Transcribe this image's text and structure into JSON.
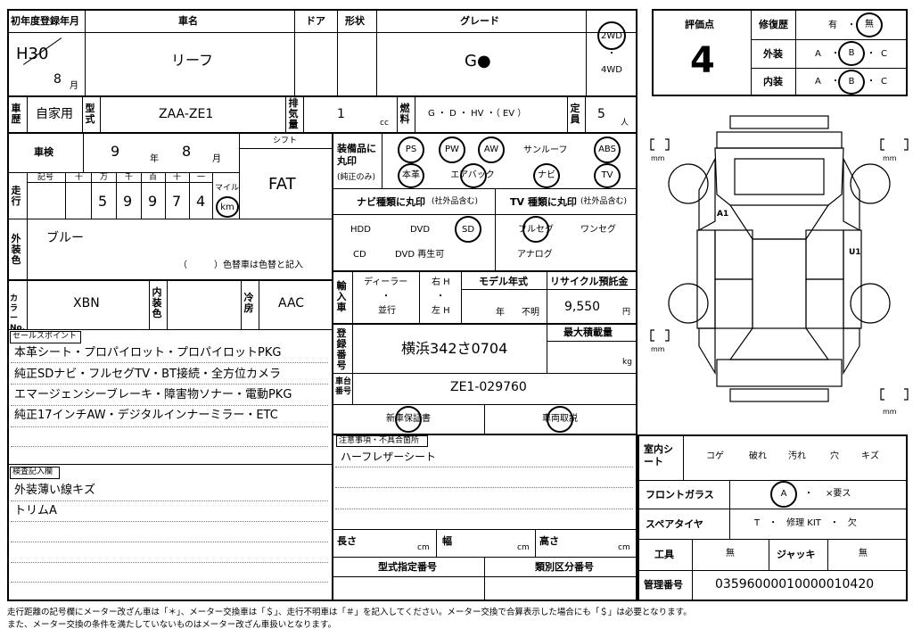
{
  "header": {
    "reg_year_label": "初年度登録年月",
    "model_name_label": "車名",
    "door_label": "ドア",
    "shape_label": "形状",
    "grade_label": "グレード",
    "reg_era_year": "H30",
    "reg_month": "8",
    "month_unit": "月",
    "model_name": "リーフ",
    "grade": "G●",
    "drive_2wd": "2WD",
    "drive_dot": "・",
    "drive_4wd": "4WD"
  },
  "evaluation": {
    "score_label": "評価点",
    "score": "4",
    "repair_label": "修復歴",
    "repair_yes": "有",
    "repair_dot": "・",
    "repair_no": "無",
    "exterior_label": "外装",
    "interior_label": "内装",
    "grade_a": "A",
    "grade_b": "B",
    "grade_c": "C",
    "dot": "・"
  },
  "registration": {
    "use_label": "車歴",
    "use_value": "自家用",
    "type_label": "型式",
    "type_value": "ZAA-ZE1",
    "displacement_label": "排気量",
    "displacement_value": "1",
    "cc": "cc",
    "fuel_label": "燃料",
    "fuel_options": "G ・ D ・ HV ・（ EV ）",
    "capacity_label": "定員",
    "capacity_value": "5",
    "capacity_unit": "人"
  },
  "inspection": {
    "label": "車検",
    "year": "9",
    "year_unit": "年",
    "month": "8",
    "month_unit": "月",
    "shift_label": "シフト",
    "shift_value": "FAT"
  },
  "mileage": {
    "label": "走行",
    "symbol_label": "記号",
    "col_10k_10": "十",
    "col_10k": "万",
    "col_1k": "千",
    "col_100": "百",
    "col_10": "十",
    "col_1": "一",
    "d1": "5",
    "d2": "9",
    "d3": "9",
    "d4": "7",
    "d5": "4",
    "mile_label": "マイル",
    "km_label": "km"
  },
  "color": {
    "label": "外装色",
    "value": "ブルー",
    "note": "（　　　）色替車は色替と記入",
    "code_label": "カラーNo.",
    "code_value": "XBN",
    "interior_label": "内装色",
    "ac_label": "冷房",
    "ac_value": "AAC"
  },
  "equipment": {
    "label": "装備品に丸印",
    "sublabel": "(純正のみ)",
    "ps": "PS",
    "pw": "PW",
    "aw": "AW",
    "sunroof": "サンルーフ",
    "abs": "ABS",
    "leather": "本革",
    "airbag": "エアバック",
    "navi": "ナビ",
    "tv": "TV",
    "navi_type_label": "ナビ種類に丸印",
    "navi_type_sub": "(社外品含む)",
    "hdd": "HDD",
    "dvd": "DVD",
    "sd": "SD",
    "cd": "CD",
    "dvd_play": "DVD 再生可",
    "tv_type_label": "TV 種類に丸印",
    "tv_type_sub": "(社外品含む)",
    "fullseg": "フルセグ",
    "oneseg": "ワンセグ",
    "analog": "アナログ"
  },
  "import": {
    "label": "輸入車",
    "dealer": "ディーラー",
    "dot": "・",
    "parallel": "並行",
    "right": "右 H",
    "left": "左 H",
    "model_year_label": "モデル年式",
    "model_year_unit": "年",
    "model_year_unknown": "不明",
    "recycle_label": "リサイクル預託金",
    "recycle_value": "9,550",
    "yen": "円"
  },
  "plate": {
    "label": "登録番号",
    "value": "横浜342さ0704",
    "max_load_label": "最大積載量",
    "kg": "kg",
    "chassis_label": "車台番号",
    "chassis_value": "ZE1-029760",
    "warranty": "新車保証書",
    "manual": "車両取説"
  },
  "notes": {
    "label": "注意事項・不具合箇所",
    "value": "ハーフレザーシート"
  },
  "sales": {
    "label": "セールスポイント",
    "lines": [
      "本革シート・プロパイロット・プロパイロットPKG",
      "純正SDナビ・フルセグTV・BT接続・全方位カメラ",
      "エマージェンシーブレーキ・障害物ソナー・電動PKG",
      "純正17インチAW・デジタルインナーミラー・ETC"
    ]
  },
  "inspector": {
    "label": "検査記入欄",
    "lines": [
      "外装薄い線キズ",
      "トリムA"
    ]
  },
  "dimensions": {
    "length": "長さ",
    "width": "幅",
    "height": "高さ",
    "cm": "cm",
    "type_cert": "型式指定番号",
    "class_num": "類別区分番号"
  },
  "diagram": {
    "mm": "mm",
    "mark1": "A1",
    "mark2": "U1"
  },
  "interior_check": {
    "label": "室内シート",
    "koge": "コゲ",
    "yabure": "破れ",
    "yogore": "汚れ",
    "ana": "穴",
    "kizu": "キズ",
    "windshield_label": "フロントガラス",
    "windshield_a": "A",
    "windshield_dot": "・",
    "windshield_x": "×要ス",
    "spare_label": "スペアタイヤ",
    "spare_options": "T　・　修理 KIT　・　欠",
    "tools_label": "工具",
    "tools_value": "無",
    "jack_label": "ジャッキ",
    "jack_value": "無",
    "control_label": "管理番号",
    "control_value": "03596000010000010420"
  },
  "footer": {
    "line1": "走行距離の記号欄にメーター改ざん車は「＊」、メーター交換車は「＄」、走行不明車は「＃」を記入してください。メーター交換で合算表示した場合にも「＄」は必要となります。",
    "line2": "また、メーター交換の条件を満たしていないものはメーター改ざん車扱いとなります。"
  }
}
